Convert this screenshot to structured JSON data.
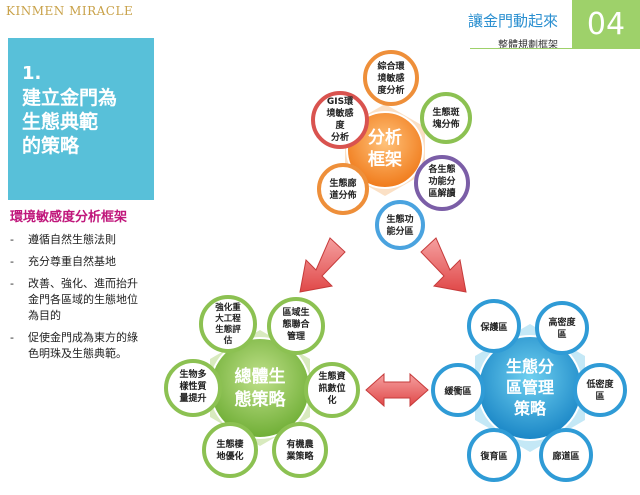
{
  "header": {
    "logo": "KINMEN MIRACLE",
    "title": "讓金門動起來",
    "subtitle": "整體規劃框架",
    "page_number": "04"
  },
  "left": {
    "section_number": "1.",
    "title_lines": [
      "建立金門為",
      "生態典範",
      "的策略"
    ],
    "heading": "環境敏感度分析框架",
    "bullets": [
      [
        "遵循自然生態法則"
      ],
      [
        "充分尊重自然基地"
      ],
      [
        "改善、強化、進而抬升",
        "金門各區域的生態地位",
        "為目的"
      ],
      [
        "促使金門成為東方的綠",
        "色明珠及生態典範。"
      ]
    ]
  },
  "diagram": {
    "analysis": {
      "center": [
        "分析",
        "框架"
      ],
      "nodes": [
        [
          "綜合環",
          "境敏感",
          "度分析"
        ],
        [
          "生態斑",
          "塊分佈"
        ],
        [
          "各生態",
          "功能分",
          "區解讀"
        ],
        [
          "生態功",
          "能分區"
        ],
        [
          "生態廊",
          "道分佈"
        ],
        [
          "GIS環",
          "境敏感",
          "度",
          "分析"
        ]
      ]
    },
    "overall": {
      "center": [
        "總體生",
        "態策略"
      ],
      "nodes": [
        [
          "強化重",
          "大工程",
          "生態評",
          "估"
        ],
        [
          "區域生",
          "態聯合",
          "管理"
        ],
        [
          "生態資",
          "訊數位",
          "化"
        ],
        [
          "有機農",
          "業策略"
        ],
        [
          "生態棲",
          "地優化"
        ],
        [
          "生物多",
          "樣性質",
          "量提升"
        ]
      ]
    },
    "zoning": {
      "center": [
        "生態分",
        "區管理",
        "策略"
      ],
      "nodes": [
        [
          "保護區"
        ],
        [
          "高密度",
          "區"
        ],
        [
          "低密度",
          "區"
        ],
        [
          "廊道區"
        ],
        [
          "復育區"
        ],
        [
          "緩衝區"
        ]
      ]
    }
  },
  "colors": {
    "title_box": "#58c0d9",
    "heading": "#c0177b",
    "page_badge": "#9ed16a",
    "header_title": "#2a8fd0",
    "arrow": "#e8585a"
  }
}
